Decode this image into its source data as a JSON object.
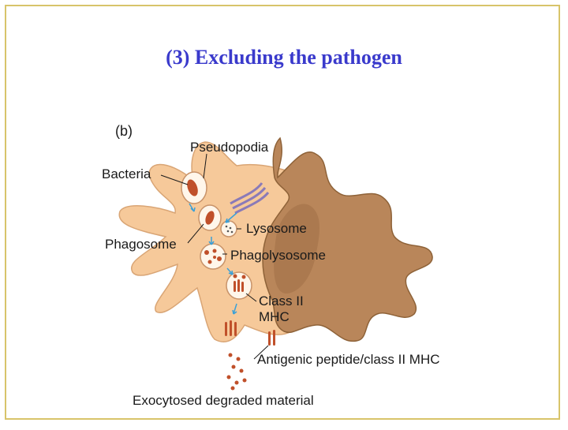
{
  "title": "(3) Excluding the pathogen",
  "diagram": {
    "panel_letter": "(b)",
    "labels": {
      "pseudopodia": "Pseudopodia",
      "bacteria": "Bacteria",
      "lysosome": "Lysosome",
      "phagosome": "Phagosome",
      "phagolysosome": "Phagolysosome",
      "class_ii_line1": "Class II",
      "class_ii_line2": "MHC",
      "antigenic_peptide": "Antigenic peptide/class II MHC",
      "exocytosed": "Exocytosed degraded material"
    },
    "colors": {
      "cell_body": "#f6c99a",
      "nucleus": "#b9865a",
      "bacteria": "#c0502a",
      "arrows": "#3aa0d8",
      "golgi": "#8a7ab8",
      "frame": "#d8c46a",
      "title": "#3a3acc"
    }
  }
}
